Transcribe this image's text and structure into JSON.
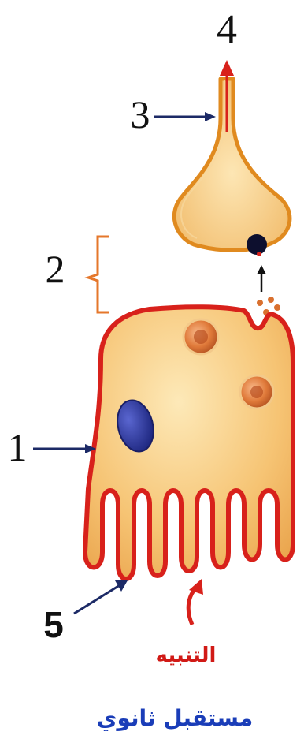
{
  "labels": {
    "n1": "1",
    "n2": "2",
    "n3": "3",
    "n4": "4",
    "n5": "5",
    "stimulus": "التنبيه",
    "caption": "مستقبل ثانوي"
  },
  "colors": {
    "cell_fill": "#f6c779",
    "cell_outline": "#d8211b",
    "neuron_outline": "#e08a1f",
    "nucleus": "#2f3a9e",
    "vesicle": "#c0531c",
    "arrow": "#1c2a66",
    "stimulus_text": "#d11a16",
    "caption_text": "#1a3db8"
  }
}
